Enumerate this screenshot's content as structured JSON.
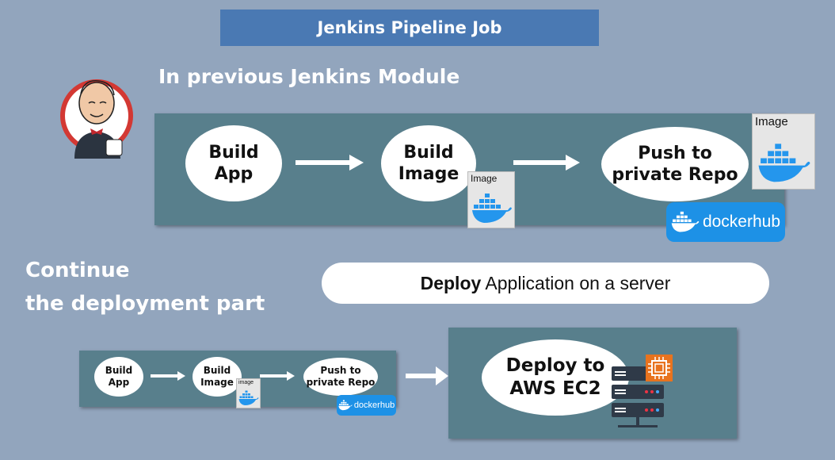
{
  "banner": {
    "title": "Jenkins Pipeline Job"
  },
  "top_section": {
    "heading": "In previous Jenkins Module",
    "steps": [
      {
        "line1": "Build",
        "line2": "App"
      },
      {
        "line1": "Build",
        "line2": "Image"
      },
      {
        "line1": "Push to",
        "line2": "private Repo"
      }
    ],
    "image_badge_label": "Image",
    "dockerhub_label": "dockerhub"
  },
  "bottom_section": {
    "heading_line1": "Continue",
    "heading_line2": "the deployment part",
    "deploy_pill": {
      "bold": "Deploy",
      "rest": " Application on a server"
    },
    "mini_steps": [
      {
        "line1": "Build",
        "line2": "App"
      },
      {
        "line1": "Build",
        "line2": "Image"
      },
      {
        "line1": "Push to",
        "line2": "private Repo"
      }
    ],
    "mini_image_label": "image",
    "mini_dockerhub_label": "dockerhub",
    "deploy_target": {
      "line1": "Deploy to",
      "line2": "AWS EC2"
    }
  },
  "colors": {
    "background": "#92a5bd",
    "banner": "#4a79b3",
    "panel": "#587f8c",
    "docker_blue": "#1d91e6",
    "aws_orange": "#e8731e",
    "jenkins_red": "#d33833"
  },
  "icons": [
    "jenkins-logo-icon",
    "docker-whale-icon",
    "server-rack-icon",
    "ec2-chip-icon",
    "arrow-right-icon"
  ]
}
